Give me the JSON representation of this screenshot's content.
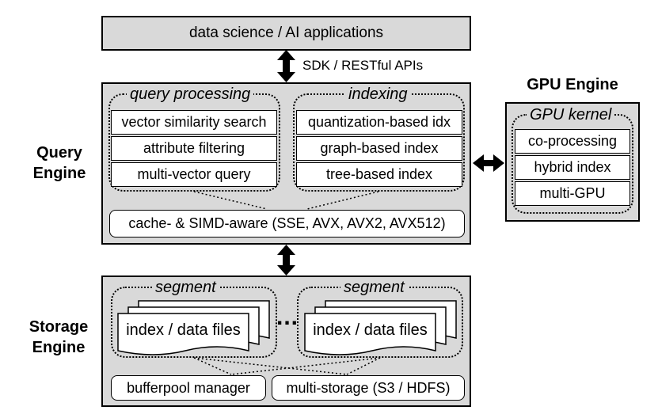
{
  "top": {
    "label": "data science / AI applications"
  },
  "api": {
    "label": "SDK / RESTful APIs"
  },
  "query_engine": {
    "title_line1": "Query",
    "title_line2": "Engine",
    "query_processing": {
      "label": "query processing",
      "items": [
        "vector similarity search",
        "attribute filtering",
        "multi-vector query"
      ]
    },
    "indexing": {
      "label": "indexing",
      "items": [
        "quantization-based idx",
        "graph-based index",
        "tree-based index"
      ]
    },
    "cache": "cache- & SIMD-aware (SSE, AVX, AVX2, AVX512)"
  },
  "gpu_engine": {
    "title": "GPU Engine",
    "kernel_label": "GPU kernel",
    "items": [
      "co-processing",
      "hybrid index",
      "multi-GPU"
    ]
  },
  "storage_engine": {
    "title_line1": "Storage",
    "title_line2": "Engine",
    "segment_left": {
      "label": "segment",
      "files": "index / data files"
    },
    "segment_right": {
      "label": "segment",
      "files": "index / data files"
    },
    "ellipsis": "...",
    "bufferpool": "bufferpool manager",
    "multistorage": "multi-storage (S3 / HDFS)"
  }
}
